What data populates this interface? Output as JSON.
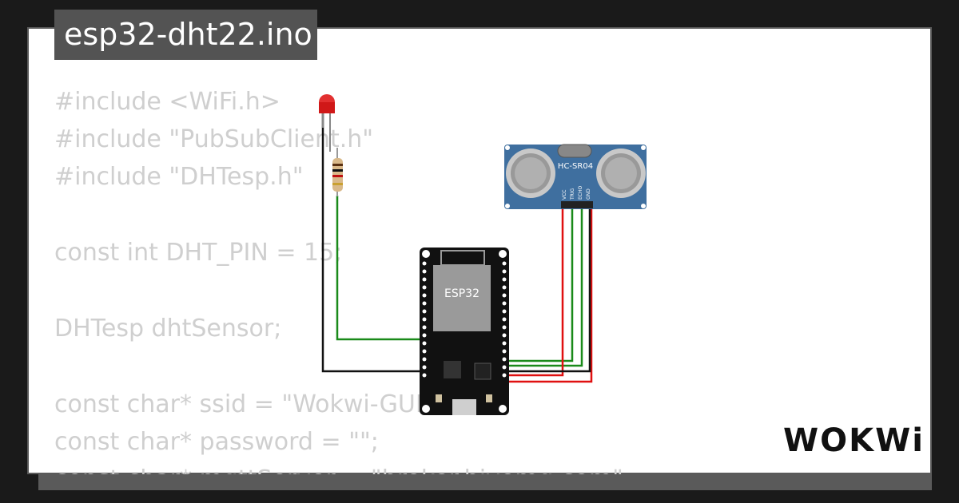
{
  "tab": {
    "title": "esp32-dht22.ino"
  },
  "code": {
    "lines": [
      "#include <WiFi.h>",
      "#include \"PubSubClient.h\"",
      "#include \"DHTesp.h\"",
      "",
      "const int DHT_PIN = 15;",
      "",
      "DHTesp dhtSensor;",
      "",
      "const char* ssid = \"Wokwi-GUEST\";",
      "const char* password = \"\";",
      "const char* mqttServer = \"broker.hivemq.com\";"
    ]
  },
  "board": {
    "label": "ESP32"
  },
  "sensor": {
    "label": "HC-SR04",
    "pins": [
      "VCC",
      "TRIG",
      "ECHO",
      "GND"
    ]
  },
  "logo": {
    "text": "WOKWi"
  },
  "colors": {
    "background": "#1a1a1a",
    "card": "#ffffff",
    "tab": "#535353",
    "code_text": "#cfcfcf",
    "wire_green": "#1a8a1a",
    "wire_red": "#e01010",
    "wire_black": "#111111",
    "sensor_board": "#3f6f9f"
  }
}
